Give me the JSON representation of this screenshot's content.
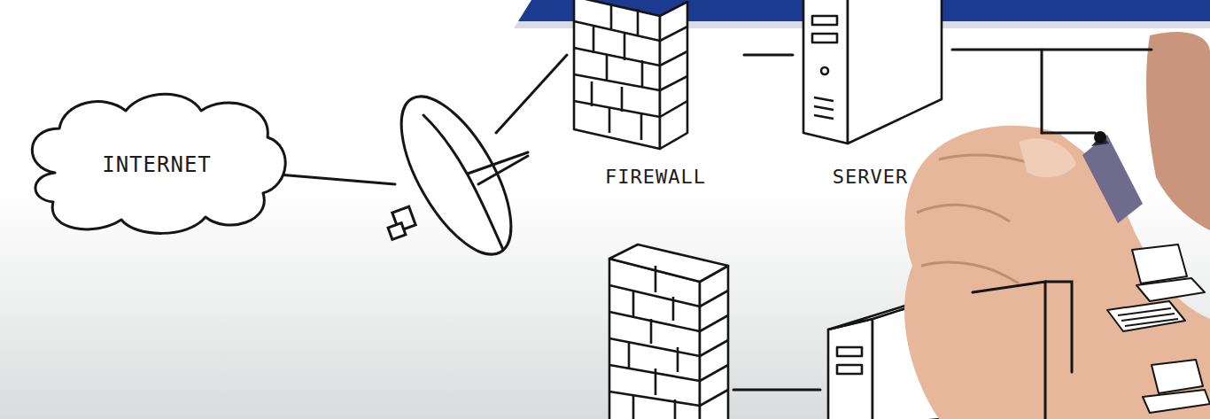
{
  "diagram": {
    "nodes": [
      {
        "text": [
          "INTERNET"
        ]
      },
      {
        "text": [
          "FIREWALL"
        ]
      },
      {
        "text": [
          "SERVER"
        ]
      }
    ],
    "edges": [
      {
        "from": 0,
        "to": 1,
        "arrow": "none"
      },
      {
        "from": 1,
        "to": 2,
        "arrow": "none"
      }
    ]
  }
}
